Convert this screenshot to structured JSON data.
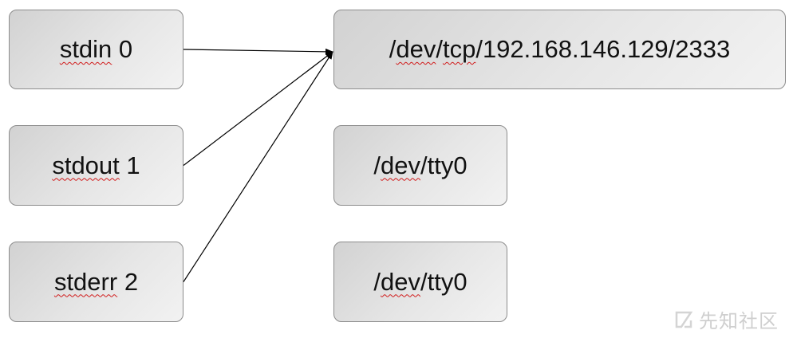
{
  "sources": [
    {
      "id": "stdin",
      "word": "stdin",
      "num": "0"
    },
    {
      "id": "stdout",
      "word": "stdout",
      "num": "1"
    },
    {
      "id": "stderr",
      "word": "stderr",
      "num": "2"
    }
  ],
  "targets": [
    {
      "id": "tcp",
      "pre": "/",
      "word": "dev",
      "mid": "/",
      "word2": "tcp",
      "post": "/192.168.146.129/2333"
    },
    {
      "id": "tty-a",
      "pre": "/",
      "word": "dev",
      "post": "/tty0"
    },
    {
      "id": "tty-b",
      "pre": "/",
      "word": "dev",
      "post": "/tty0"
    }
  ],
  "connections": [
    {
      "from": "stdin",
      "to": "tcp"
    },
    {
      "from": "stdout",
      "to": "tcp"
    },
    {
      "from": "stderr",
      "to": "tcp"
    }
  ],
  "watermark": {
    "text": "先知社区",
    "icon": "xianzhi-logo-icon"
  },
  "colors": {
    "box_border": "#8c8c8c",
    "arrow": "#000000",
    "spellcheck": "#d11a1a",
    "watermark": "#cfcfcf"
  }
}
